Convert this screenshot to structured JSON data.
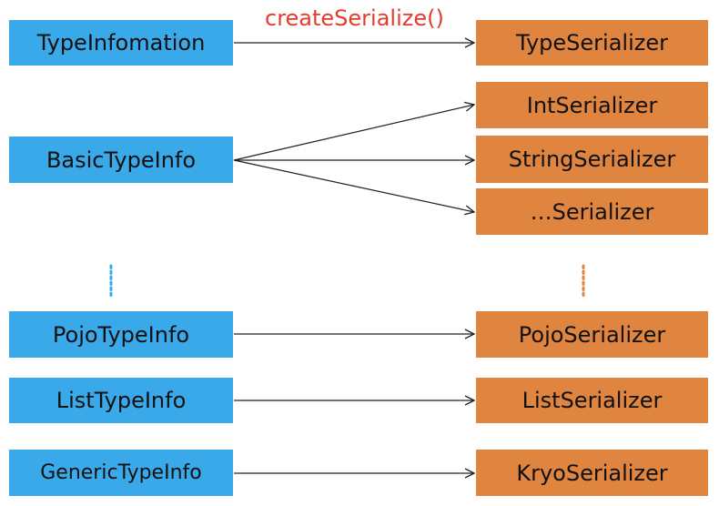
{
  "left_boxes": {
    "typeinfo": "TypeInfomation",
    "basic": "BasicTypeInfo",
    "pojo": "PojoTypeInfo",
    "list": "ListTypeInfo",
    "generic": "GenericTypeInfo"
  },
  "right_boxes": {
    "type": "TypeSerializer",
    "int": "IntSerializer",
    "string": "StringSerializer",
    "etc": "…Serializer",
    "pojo": "PojoSerializer",
    "list": "ListSerializer",
    "kryo": "KryoSerializer"
  },
  "arrow_label": "createSerialize()",
  "colors": {
    "left_box": "#3aa9ea",
    "right_box": "#e08540",
    "label": "#e43b2d",
    "arrow": "#222222"
  }
}
